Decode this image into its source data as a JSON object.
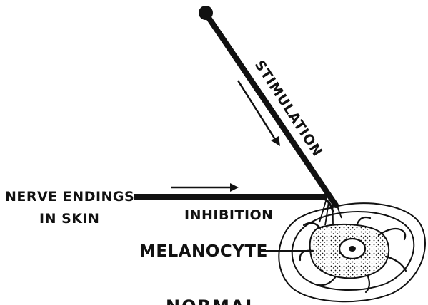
{
  "labels": {
    "stimulation": "STIMULATION",
    "nerve_endings_line1": "NERVE ENDINGS",
    "nerve_endings_line2": "IN SKIN",
    "inhibition": "INHIBITION",
    "melanocyte": "MELANOCYTE",
    "normal": "NORMAL"
  },
  "colors": {
    "ink": "#111111",
    "background": "#ffffff"
  }
}
